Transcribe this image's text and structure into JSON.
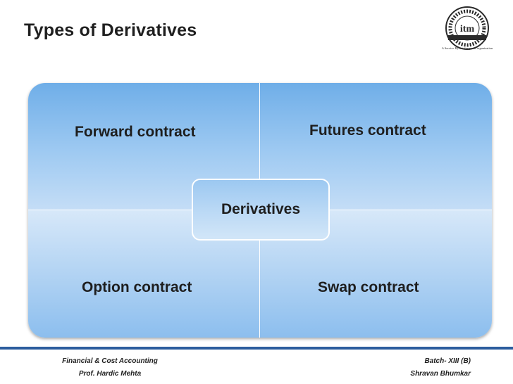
{
  "slide": {
    "title": "Types of Derivatives"
  },
  "logo": {
    "emblem_text": "itm",
    "tagline": "A Service By not-for-profit organization"
  },
  "diagram": {
    "center": "Derivatives",
    "quadrants": {
      "top_left": "Forward contract",
      "top_right": "Futures contract",
      "bottom_left": "Option contract",
      "bottom_right": "Swap contract"
    }
  },
  "footer": {
    "left_line1": "Financial & Cost Accounting",
    "left_line2": "Prof. Hardic Mehta",
    "right_line1": "Batch- XIII (B)",
    "right_line2": "Shravan Bhumkar"
  },
  "colors": {
    "accent_bar": "#2c5d9e",
    "quadrant_blue": "#8cbeee",
    "logo_dark": "#2a2a2a"
  }
}
